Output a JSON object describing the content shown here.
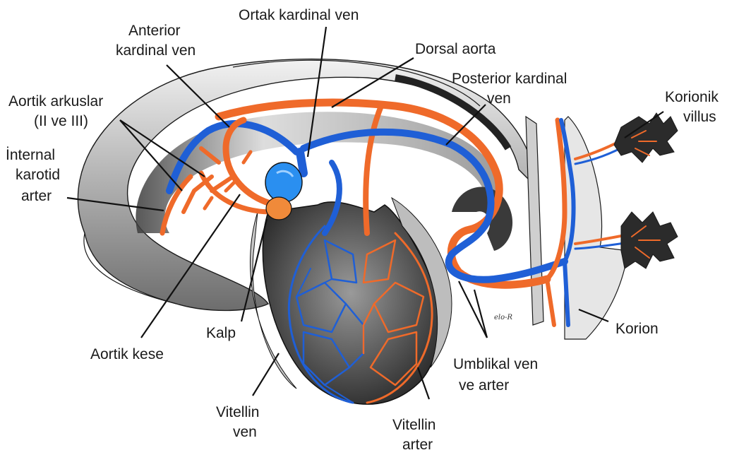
{
  "labels": {
    "ortak_kardinal_ven": "Ortak kardinal ven",
    "anterior_kardinal_ven_1": "Anterior",
    "anterior_kardinal_ven_2": "kardinal ven",
    "dorsal_aorta": "Dorsal aorta",
    "posterior_kardinal_ven_1": "Posterior kardinal",
    "posterior_kardinal_ven_2": "ven",
    "korionik_villus_1": "Korionik",
    "korionik_villus_2": "villus",
    "aortik_arkuslar_1": "Aortik arkuslar",
    "aortik_arkuslar_2": "(II ve III)",
    "internal_karotid_1": "İnternal",
    "internal_karotid_2": "karotid",
    "internal_karotid_3": "arter",
    "kalp": "Kalp",
    "aortik_kese": "Aortik kese",
    "korion": "Korion",
    "umblikal_1": "Umblikal ven",
    "umblikal_2": "ve arter",
    "vitellin_ven_1": "Vitellin",
    "vitellin_ven_2": "ven",
    "vitellin_arter_1": "Vitellin",
    "vitellin_arter_2": "arter",
    "signature": "elo-R"
  },
  "colors": {
    "artery": "#ef6a2a",
    "vein": "#1f5fd6",
    "heart": "#2a8ff0",
    "embryo_gray": "#bdbdbd",
    "leader": "#111111"
  }
}
